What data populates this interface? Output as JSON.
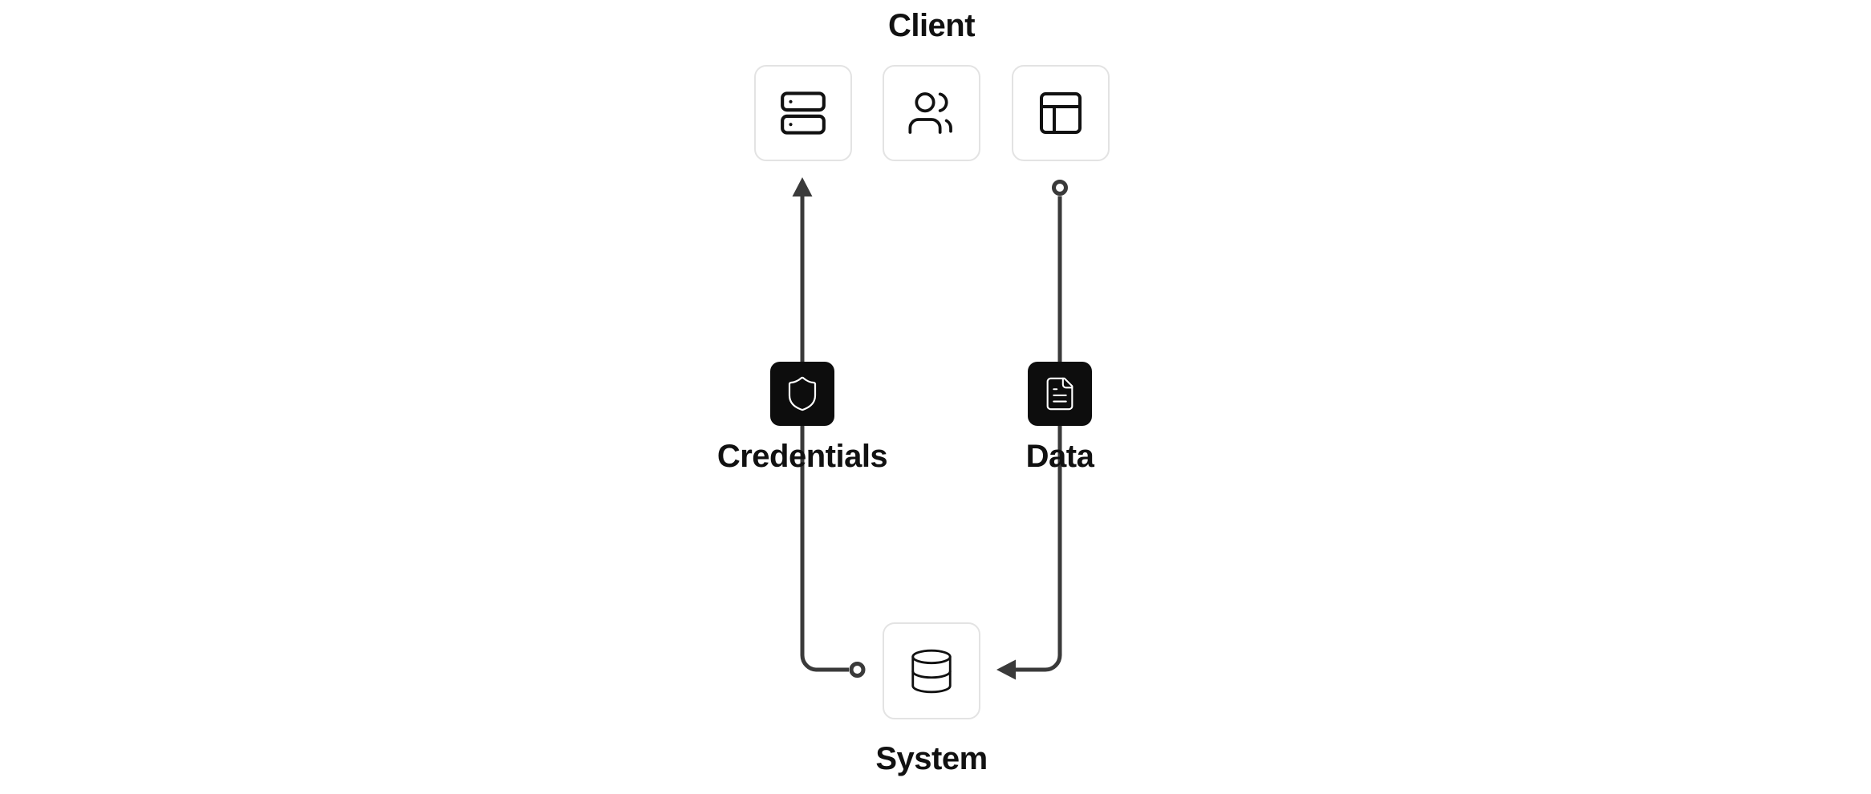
{
  "diagram": {
    "title": "Client",
    "client_group": {
      "label": "Client",
      "boxes": [
        {
          "icon": "server-icon"
        },
        {
          "icon": "users-icon"
        },
        {
          "icon": "panels-top-left-icon"
        }
      ]
    },
    "nodes": {
      "credentials": {
        "label": "Credentials",
        "icon": "shield-icon",
        "style": "solid-black"
      },
      "data": {
        "label": "Data",
        "icon": "file-text-icon",
        "style": "solid-black"
      },
      "system": {
        "label": "System",
        "icon": "database-icon",
        "style": "outlined"
      }
    },
    "edges": [
      {
        "from": "credentials",
        "to": "client-server-box",
        "marker_end": "arrow"
      },
      {
        "from": "client-panels-box",
        "to": "data",
        "marker_start": "circle"
      },
      {
        "from": "credentials",
        "to": "system",
        "marker_end": "circle"
      },
      {
        "from": "data",
        "to": "system",
        "marker_end": "arrow"
      }
    ],
    "colors": {
      "background": "#ffffff",
      "node_fill": "#0d0d0d",
      "connector": "#3a3a3a",
      "box_border": "#e3e3e3",
      "text": "#111111",
      "icon_on_black": "#ffffff"
    }
  }
}
